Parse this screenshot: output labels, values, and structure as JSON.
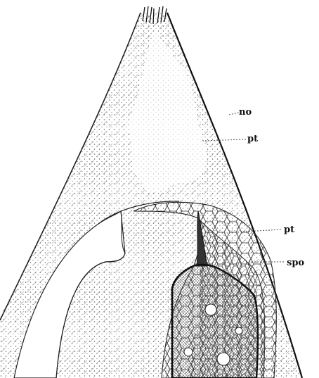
{
  "labels": {
    "no": "no",
    "pt_upper": "pt",
    "pt_lower": "pt",
    "spo": "spo"
  },
  "colors": {
    "ink": "#111111",
    "paper": "#ffffff",
    "stipple": "#6a6a6a"
  }
}
